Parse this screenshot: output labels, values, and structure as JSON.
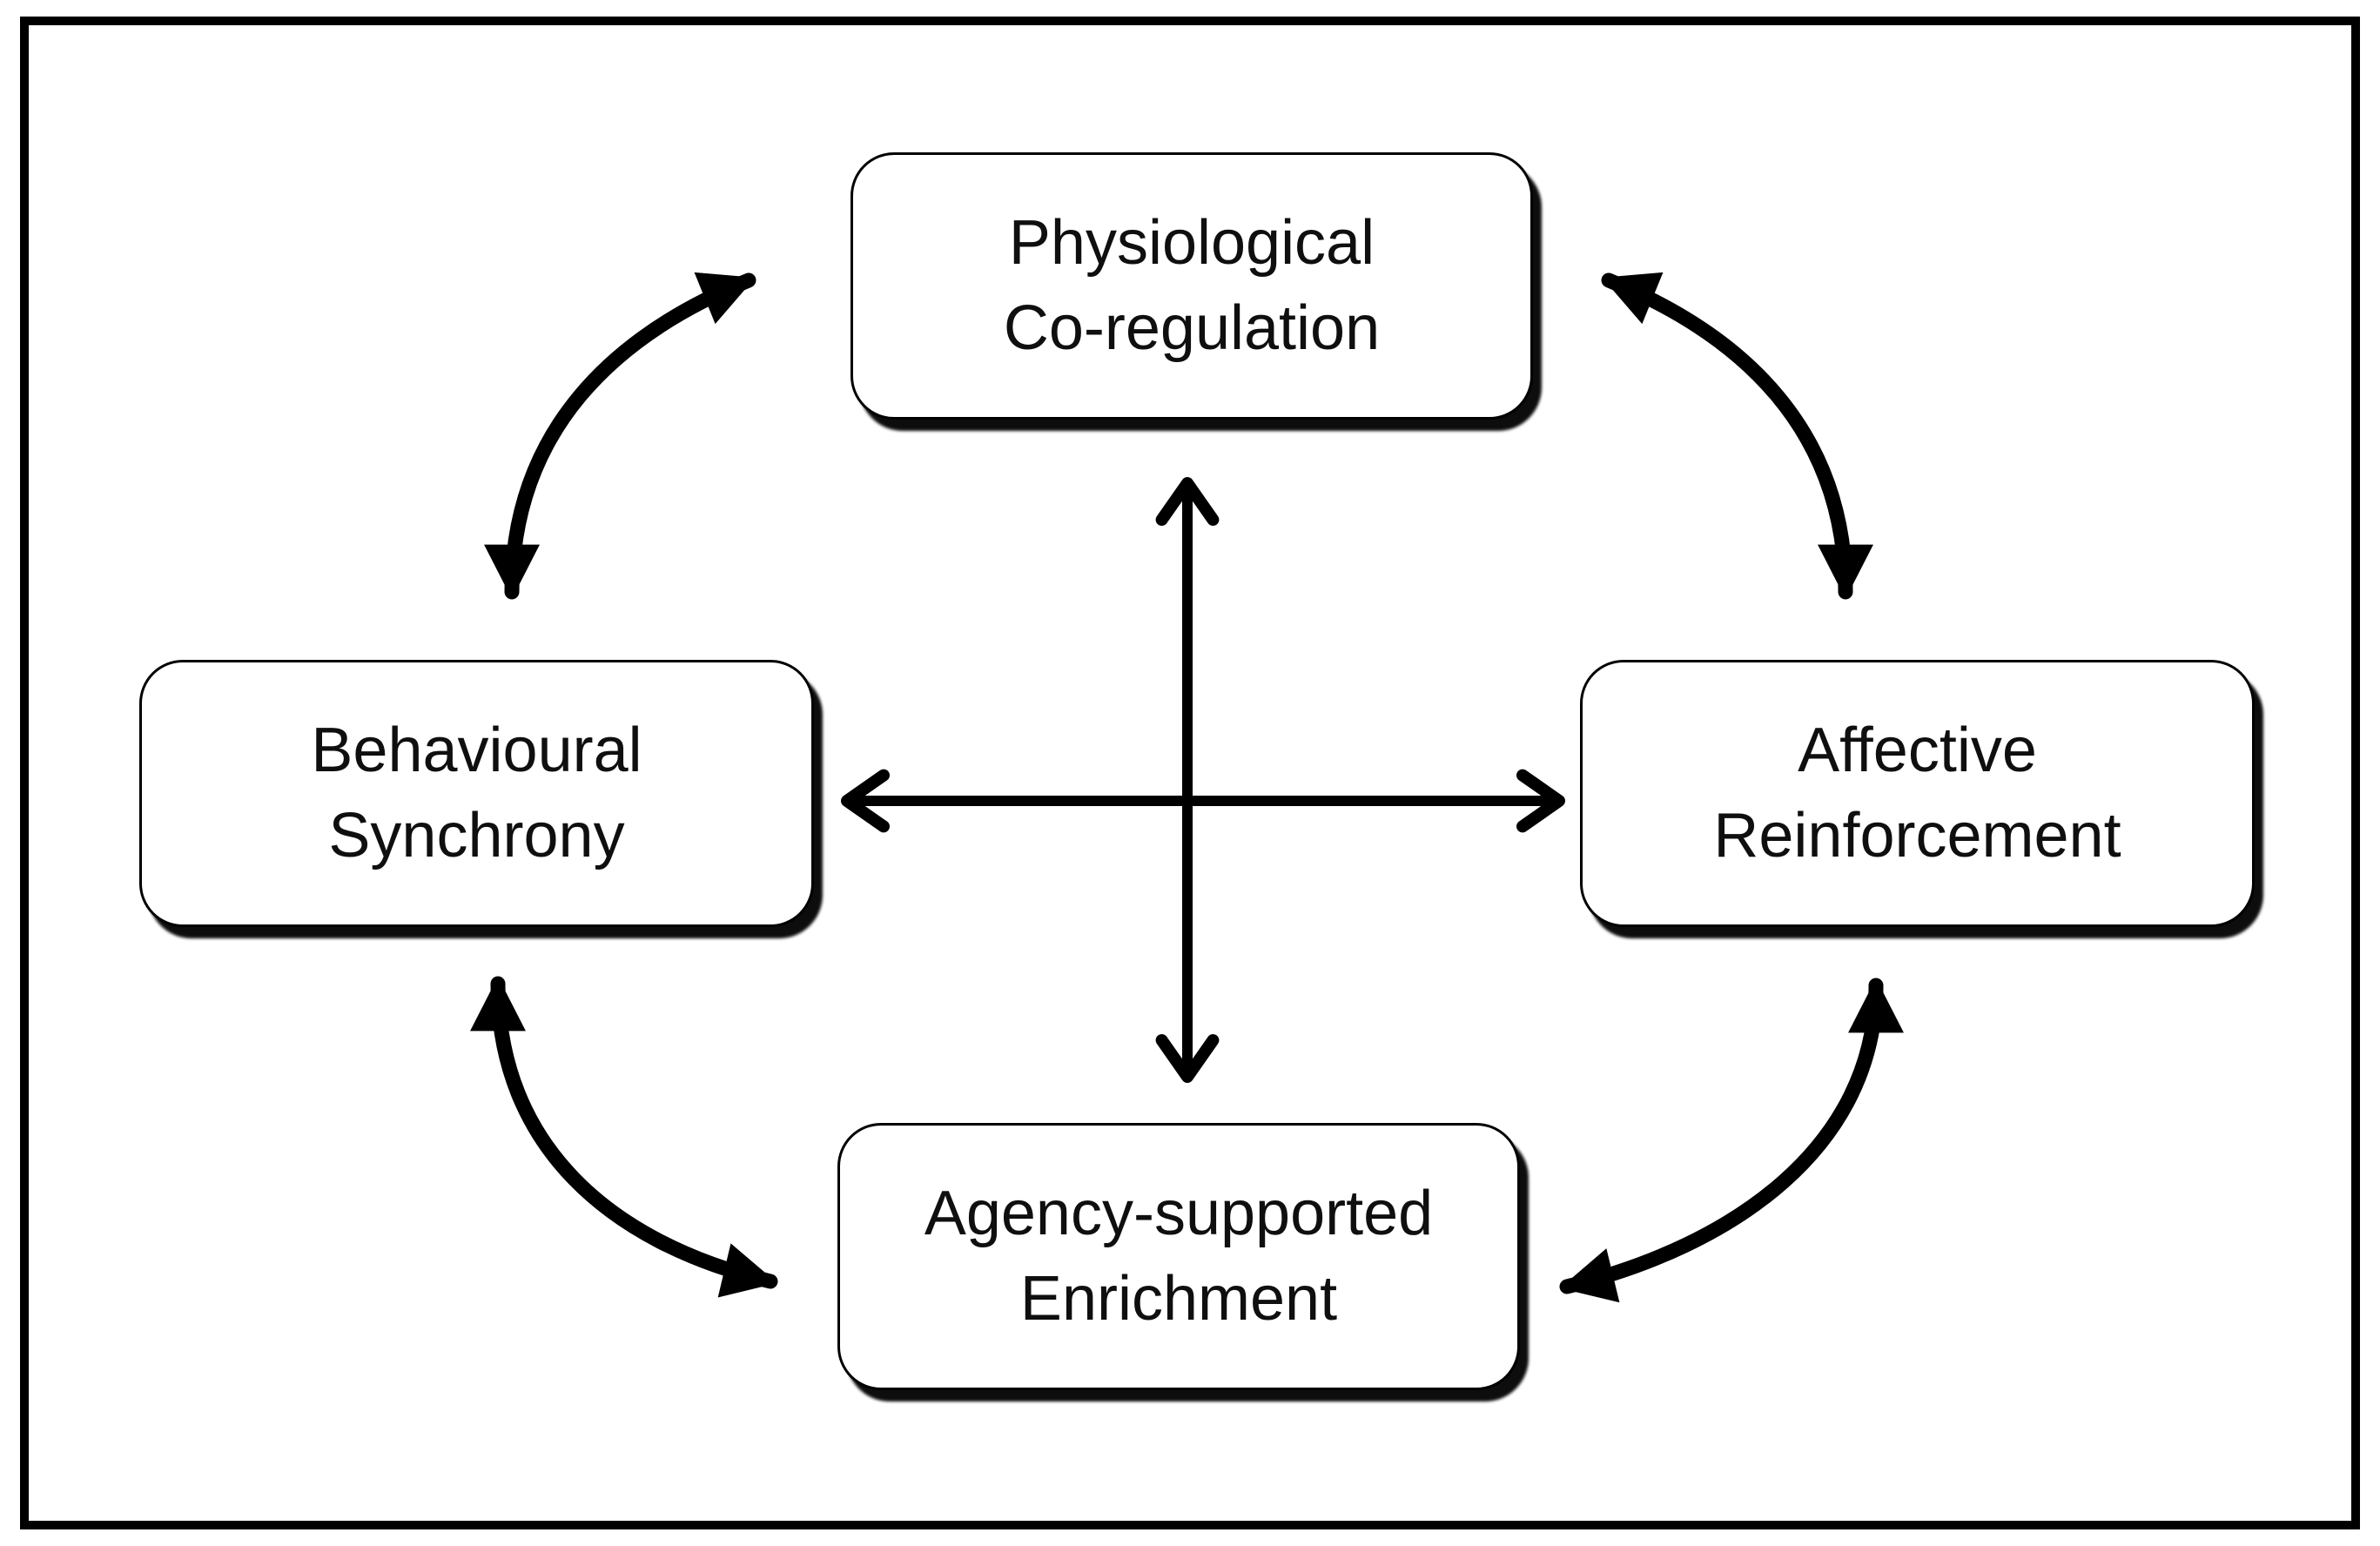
{
  "diagram": {
    "background_color": "#ffffff",
    "ink_color": "#000000",
    "nodes": [
      {
        "id": "physiological-co-regulation",
        "position": "top",
        "line1": "Physiological",
        "line2": "Co-regulation"
      },
      {
        "id": "behavioural-synchrony",
        "position": "left",
        "line1": "Behavioural",
        "line2": "Synchrony"
      },
      {
        "id": "affective-reinforcement",
        "position": "right",
        "line1": "Affective",
        "line2": "Reinforcement"
      },
      {
        "id": "agency-supported-enrichment",
        "position": "bottom",
        "line1": "Agency-supported",
        "line2": "Enrichment"
      }
    ],
    "edges": [
      {
        "from": "behavioural-synchrony",
        "to": "physiological-co-regulation",
        "style": "curved",
        "bidirectional": true
      },
      {
        "from": "physiological-co-regulation",
        "to": "affective-reinforcement",
        "style": "curved",
        "bidirectional": true
      },
      {
        "from": "behavioural-synchrony",
        "to": "agency-supported-enrichment",
        "style": "curved",
        "bidirectional": true
      },
      {
        "from": "affective-reinforcement",
        "to": "agency-supported-enrichment",
        "style": "curved",
        "bidirectional": true
      },
      {
        "from": "physiological-co-regulation",
        "to": "agency-supported-enrichment",
        "style": "straight",
        "bidirectional": true
      },
      {
        "from": "behavioural-synchrony",
        "to": "affective-reinforcement",
        "style": "straight",
        "bidirectional": true
      }
    ]
  }
}
